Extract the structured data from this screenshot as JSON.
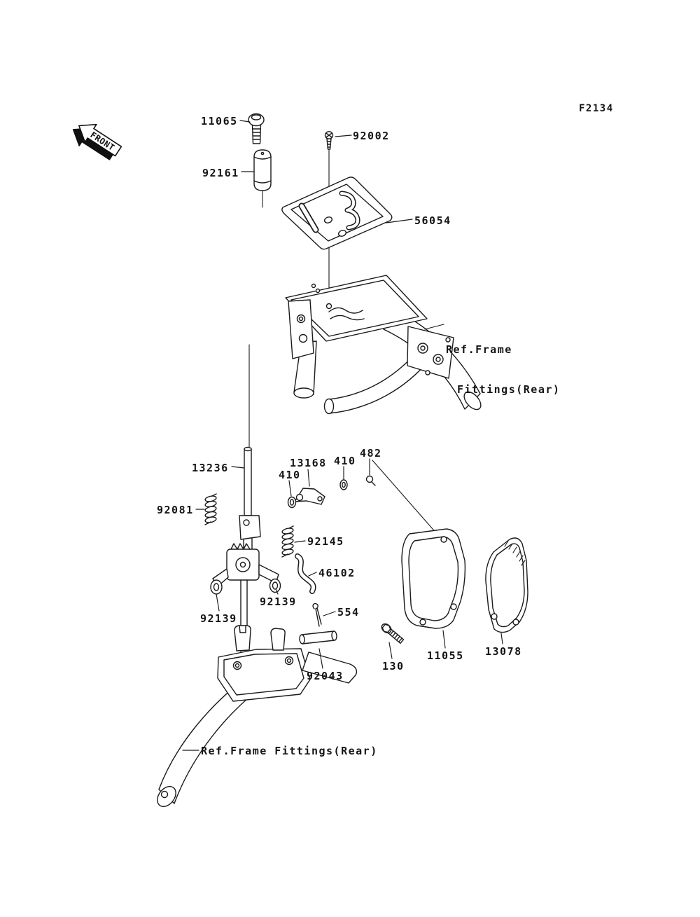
{
  "colors": {
    "ink": "#1a1a1a",
    "background": "#ffffff"
  },
  "figure": {
    "code": "F2134"
  },
  "front_arrow": {
    "label": "FRONT"
  },
  "part_labels": [
    {
      "part": "11065",
      "text": "11065"
    },
    {
      "part": "92002",
      "text": "92002"
    },
    {
      "part": "92161",
      "text": "92161"
    },
    {
      "part": "56054",
      "text": "56054"
    },
    {
      "part": "13236",
      "text": "13236"
    },
    {
      "part": "13168",
      "text": "13168"
    },
    {
      "part": "410-left",
      "text": "410"
    },
    {
      "part": "410-right",
      "text": "410"
    },
    {
      "part": "482",
      "text": "482"
    },
    {
      "part": "92081",
      "text": "92081"
    },
    {
      "part": "92145",
      "text": "92145"
    },
    {
      "part": "46102",
      "text": "46102"
    },
    {
      "part": "92139-upper",
      "text": "92139"
    },
    {
      "part": "92139-lower",
      "text": "92139"
    },
    {
      "part": "554",
      "text": "554"
    },
    {
      "part": "92043",
      "text": "92043"
    },
    {
      "part": "130",
      "text": "130"
    },
    {
      "part": "11055",
      "text": "11055"
    },
    {
      "part": "13078",
      "text": "13078"
    }
  ],
  "ref_frame_top": {
    "line1": "Ref.Frame",
    "line2": "Fittings(Rear)"
  },
  "ref_frame_bottom": {
    "text": "Ref.Frame Fittings(Rear)"
  }
}
